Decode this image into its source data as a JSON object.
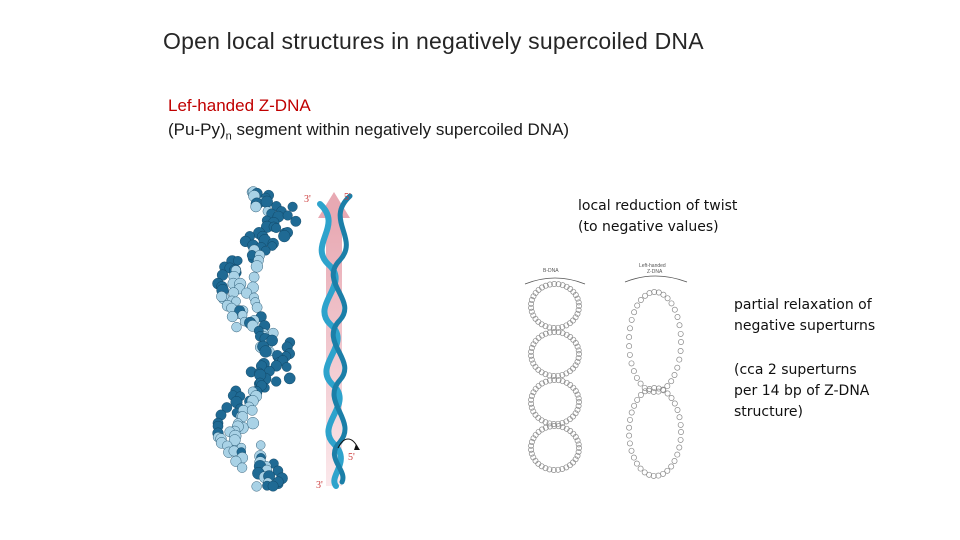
{
  "slide": {
    "title": "Open local structures in negatively supercoiled DNA"
  },
  "zdna": {
    "heading": "Lef-handed Z-DNA",
    "segment_prefix": "(Pu-Py)",
    "segment_subscript": "n",
    "segment_suffix": " segment within negatively supercoiled DNA)"
  },
  "figure_left": {
    "strand_labels": [
      "3'",
      "5'",
      "5'",
      "3'"
    ]
  },
  "figure_right": {
    "left_loop_label": "B-DNA",
    "right_loop_label_line1": "Left-handed",
    "right_loop_label_line2": "Z-DNA"
  },
  "notes": {
    "twist": [
      "local reduction of twist",
      "(to negative values)"
    ],
    "relaxation": [
      "partial relaxation of",
      "negative superturns"
    ],
    "superturns": [
      "(cca 2 superturns",
      "per 14 bp of Z-DNA",
      "structure)"
    ]
  },
  "colors": {
    "title": "#262626",
    "heading_red": "#c00000",
    "helix_dark": "#1f6a94",
    "helix_light": "#a9d2e6",
    "ribbon": "#2ea3cc",
    "axis_arrow": "#f2c6cc",
    "label_red": "#cc3b3b"
  }
}
